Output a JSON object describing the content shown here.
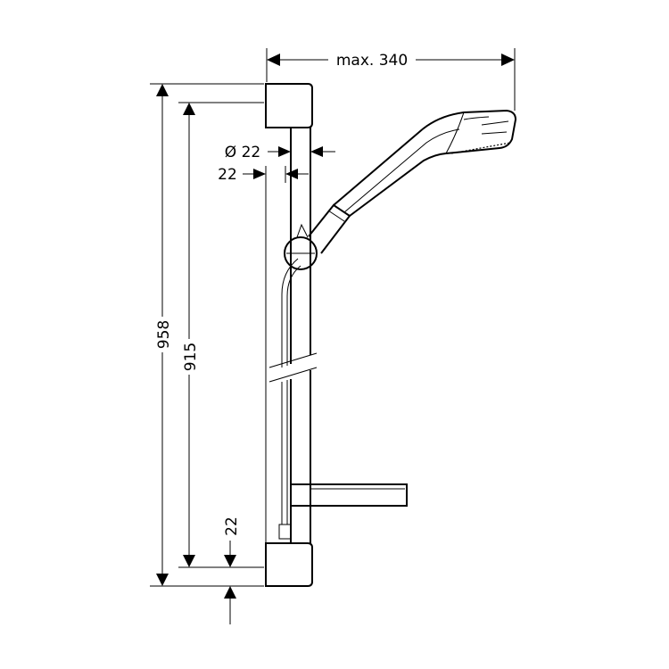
{
  "dimensions": {
    "total_height": "958",
    "rail_height": "915",
    "max_width": "max. 340",
    "rail_diameter": "Ø 22",
    "rail_offset": "22",
    "bottom_offset": "22"
  },
  "colors": {
    "line": "#000000",
    "background": "#ffffff"
  }
}
